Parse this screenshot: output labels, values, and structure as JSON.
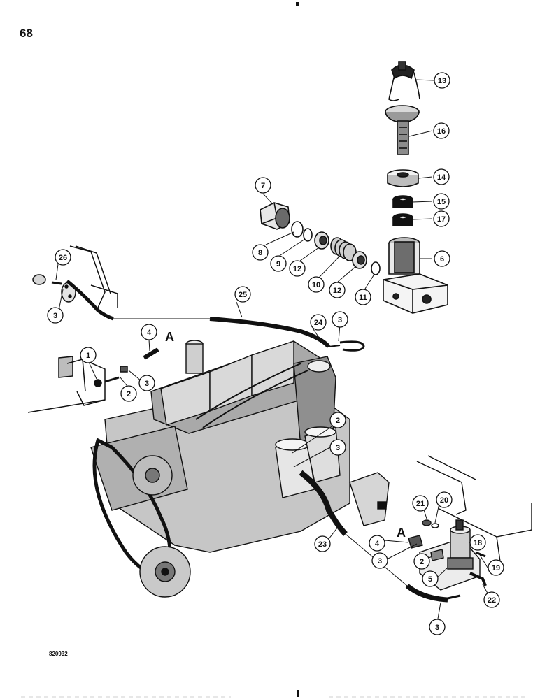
{
  "page": {
    "number": "68",
    "figure_code": "820932"
  },
  "callouts": [
    {
      "id": "c13",
      "label": "13"
    },
    {
      "id": "c16",
      "label": "16"
    },
    {
      "id": "c14",
      "label": "14"
    },
    {
      "id": "c15",
      "label": "15"
    },
    {
      "id": "c17",
      "label": "17"
    },
    {
      "id": "c7",
      "label": "7"
    },
    {
      "id": "c8",
      "label": "8"
    },
    {
      "id": "c9",
      "label": "9"
    },
    {
      "id": "c12a",
      "label": "12"
    },
    {
      "id": "c10",
      "label": "10"
    },
    {
      "id": "c12b",
      "label": "12"
    },
    {
      "id": "c11",
      "label": "11"
    },
    {
      "id": "c6",
      "label": "6"
    },
    {
      "id": "c26",
      "label": "26"
    },
    {
      "id": "c3a",
      "label": "3"
    },
    {
      "id": "c25",
      "label": "25"
    },
    {
      "id": "c24",
      "label": "24"
    },
    {
      "id": "c3b",
      "label": "3"
    },
    {
      "id": "c4a",
      "label": "4"
    },
    {
      "id": "c1",
      "label": "1"
    },
    {
      "id": "c2a",
      "label": "2"
    },
    {
      "id": "c3c",
      "label": "3"
    },
    {
      "id": "c2b",
      "label": "2"
    },
    {
      "id": "c3d",
      "label": "3"
    },
    {
      "id": "c21",
      "label": "21"
    },
    {
      "id": "c20",
      "label": "20"
    },
    {
      "id": "c18",
      "label": "18"
    },
    {
      "id": "c4b",
      "label": "4"
    },
    {
      "id": "c3e",
      "label": "3"
    },
    {
      "id": "c2c",
      "label": "2"
    },
    {
      "id": "c19",
      "label": "19"
    },
    {
      "id": "c5",
      "label": "5"
    },
    {
      "id": "c23",
      "label": "23"
    },
    {
      "id": "c22",
      "label": "22"
    },
    {
      "id": "c3f",
      "label": "3"
    }
  ],
  "letters": [
    {
      "id": "la",
      "label": "A"
    },
    {
      "id": "lb",
      "label": "A"
    }
  ]
}
